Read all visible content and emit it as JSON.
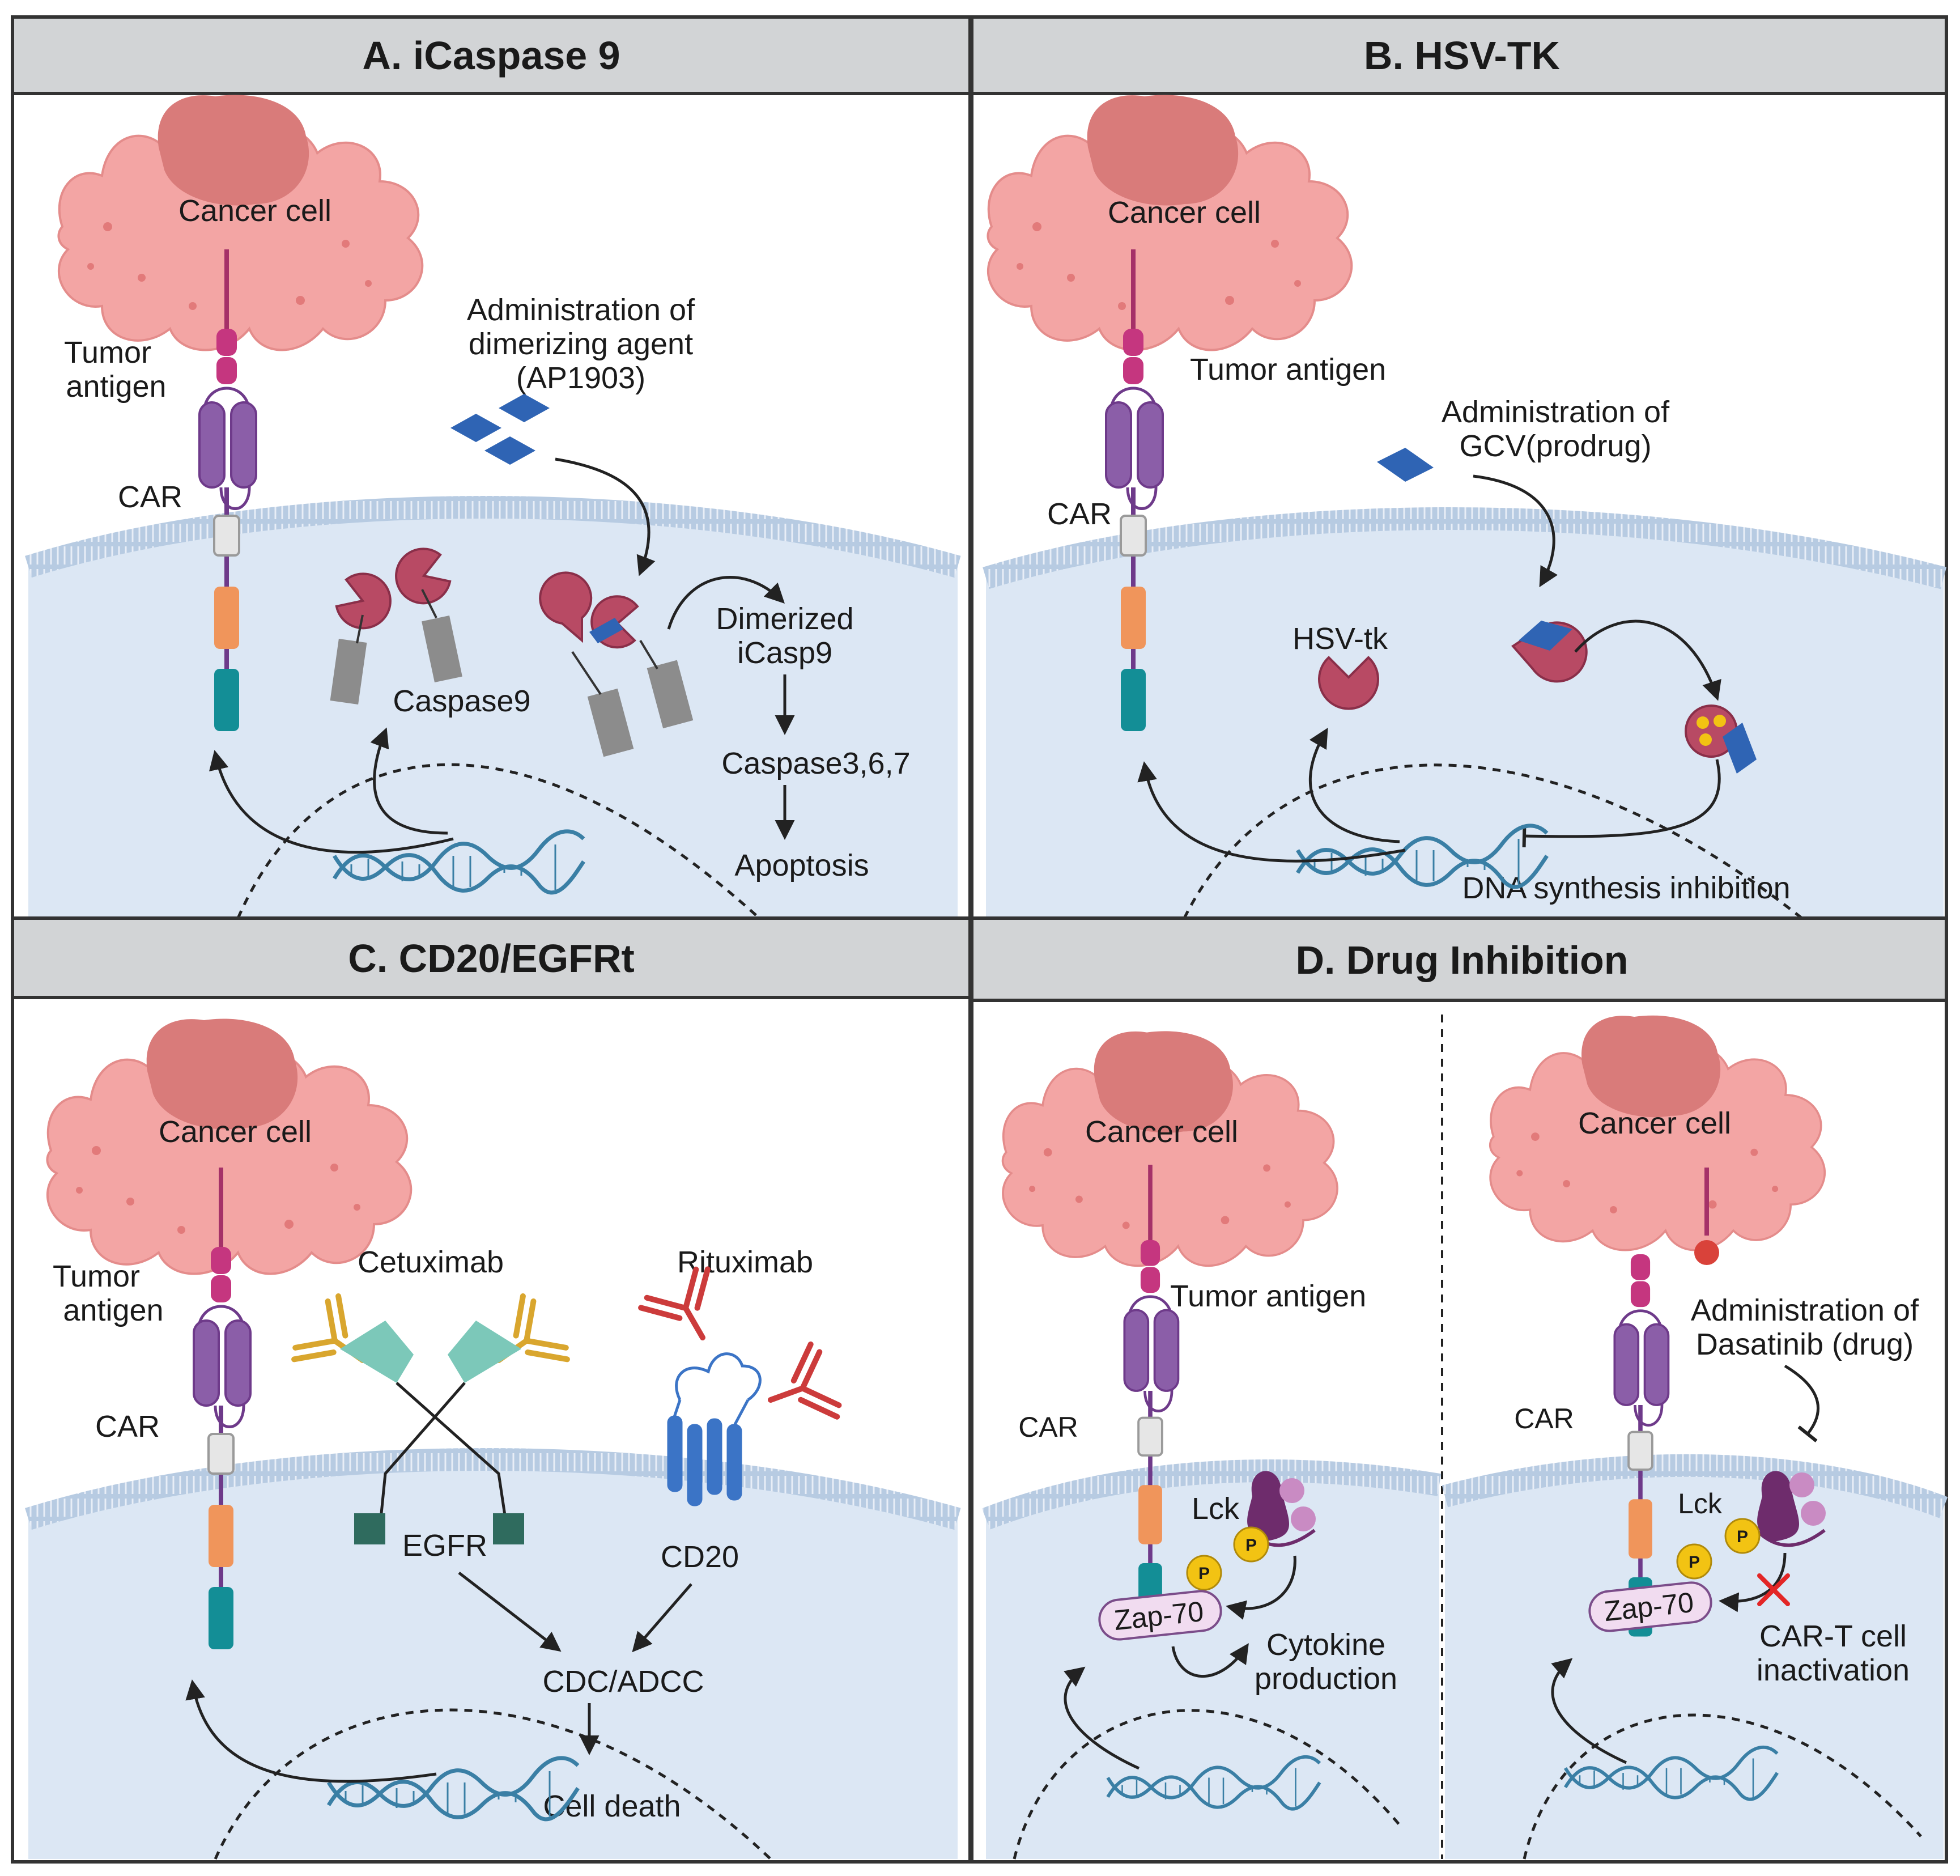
{
  "panels": {
    "a": {
      "title": "A. iCaspase 9",
      "cancer_cell": "Cancer cell",
      "tumor_antigen": [
        "Tumor",
        "antigen"
      ],
      "car": "CAR",
      "admin": [
        "Administration of",
        "dimerizing agent",
        "(AP1903)"
      ],
      "caspase9": "Caspase9",
      "dimerized": [
        "Dimerized",
        "iCasp9"
      ],
      "caspase367": "Caspase3,6,7",
      "apoptosis": "Apoptosis"
    },
    "b": {
      "title": "B. HSV-TK",
      "cancer_cell": "Cancer cell",
      "tumor_antigen": "Tumor antigen",
      "car": "CAR",
      "admin": [
        "Administration of",
        "GCV(prodrug)"
      ],
      "hsvtk": "HSV-tk",
      "dna_inhibition": "DNA synthesis inhibition"
    },
    "c": {
      "title": "C. CD20/EGFRt",
      "cancer_cell": "Cancer cell",
      "tumor_antigen": [
        "Tumor",
        "antigen"
      ],
      "car": "CAR",
      "cetuximab": "Cetuximab",
      "rituximab": "Rituximab",
      "egfr": "EGFR",
      "cd20": "CD20",
      "cdc_adcc": "CDC/ADCC",
      "cell_death": "Cell death"
    },
    "d": {
      "title": "D. Drug Inhibition",
      "left": {
        "cancer_cell": "Cancer cell",
        "tumor_antigen": "Tumor antigen",
        "car": "CAR",
        "lck": "Lck",
        "p": "P",
        "zap70": "Zap-70",
        "cytokine": [
          "Cytokine",
          "production"
        ]
      },
      "right": {
        "cancer_cell": "Cancer cell",
        "car": "CAR",
        "admin": [
          "Administration of",
          "Dasatinib (drug)"
        ],
        "lck": "Lck",
        "p": "P",
        "zap70": "Zap-70",
        "inactivation": [
          "CAR-T cell",
          "inactivation"
        ]
      }
    }
  },
  "colors": {
    "header_bg": "#d2d4d6",
    "cytoplasm": "#dce7f4",
    "membrane": "#a9c0dc",
    "cancer_cell": "#f3a5a4",
    "nucleus": "#d97b7a",
    "antigen": "#c5367f",
    "car_purple": "#8b5ea8",
    "hinge_grey": "#e6e6e6",
    "costim_orange": "#f0955b",
    "cd3z_teal": "#138e96",
    "caspase": "#b84a64",
    "drug_blue": "#2f64b4",
    "cetuximab_gold": "#d9a62e",
    "egfr_teal": "#7cc8b9",
    "egfr_dark": "#2f6b5e",
    "rituximab_red": "#cc3b3b",
    "cd20_blue": "#3b74c6",
    "phospho_yellow": "#f2c313",
    "zap70_fill": "#f1dcf0",
    "lck_purple": "#6e2c6c",
    "inhibit_red": "#e32626"
  }
}
